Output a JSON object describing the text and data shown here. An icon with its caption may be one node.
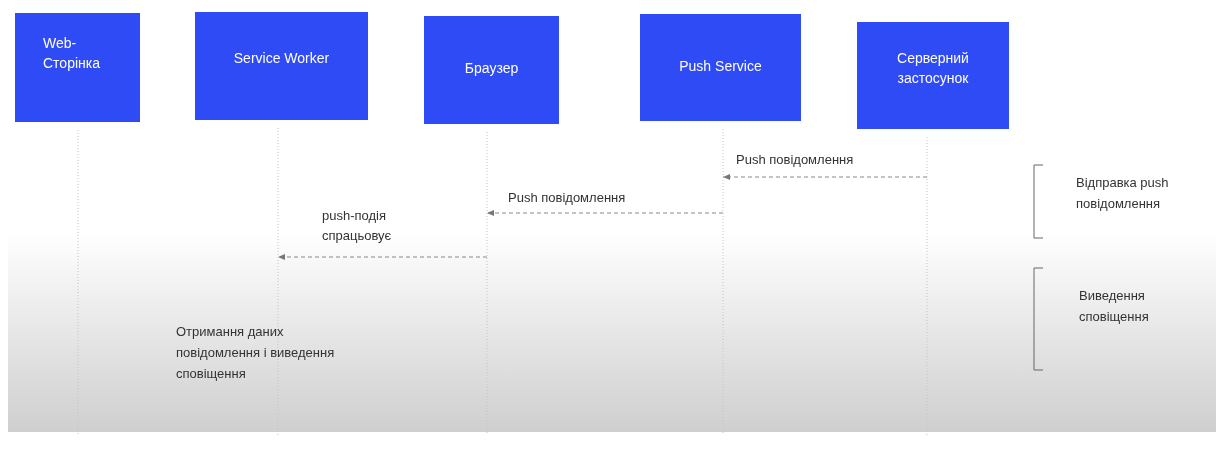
{
  "diagram": {
    "nodes": [
      {
        "text": [
          "Web- Сторінка"
        ]
      },
      {
        "text": [
          "Service Worker"
        ]
      },
      {
        "text": [
          "Браузер"
        ]
      },
      {
        "text": [
          "Push Service"
        ]
      },
      {
        "text": [
          "Серверний застосунок"
        ]
      }
    ],
    "edges": [
      {
        "from": 4,
        "to": 3,
        "arrow": "to",
        "label": "Push повідомлення",
        "style": "dashed"
      },
      {
        "from": 3,
        "to": 2,
        "arrow": "to",
        "label": "Push повідомлення",
        "style": "dashed"
      },
      {
        "from": 2,
        "to": 1,
        "arrow": "to",
        "label": "push-подія спрацьовує",
        "style": "dashed"
      }
    ],
    "labels": [
      "Відправка push повідомлення",
      "Виведення сповіщення",
      "Отримання даних повідомлення і виведення сповіщення"
    ]
  }
}
